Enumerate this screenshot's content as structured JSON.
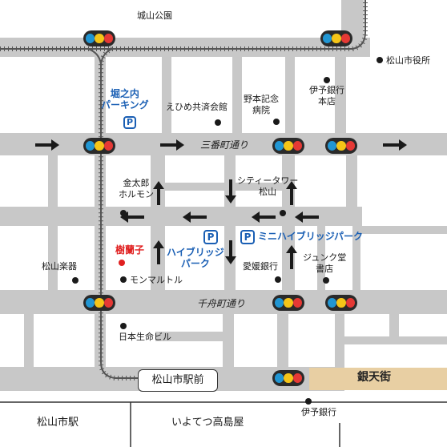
{
  "map": {
    "colors": {
      "road": "#c8c8c8",
      "rail": "#555555",
      "parking_text": "#1a5fb4",
      "highlight_text": "#e02020",
      "arcade": "#e8cfa3",
      "signal_body": "#2a2a2a"
    },
    "park": "城山公園",
    "city_hall": "松山市役所",
    "iyo_bank_main": "伊予銀行\n本店",
    "nomoto_hospital": "野本記念\n病院",
    "ehime_kyosai": "えひめ共済会館",
    "horinouchi_parking": "堀之内\nパーキング",
    "sanbancho_road": "三番町通り",
    "kintaro": "金太郎\nホルモン",
    "city_tower": "シティータワー\n松山",
    "mini_hybridge_parking": "ミニハイブリッジパーク",
    "jurako": "樹蘭子",
    "hybridge_parking": "ハイブリッジ\nパーク",
    "ehime_bank": "愛媛銀行",
    "junkudo": "ジュンク堂\n書店",
    "matsuyama_gakki": "松山楽器",
    "montmartre": "モンマルトル",
    "senbuncho_road": "千舟町通り",
    "nihon_seimei": "日本生命ビル",
    "shieki_mae_stop": "松山市駅前",
    "gintengai": "銀天街",
    "iyo_bank": "伊予銀行",
    "matsuyama_shi_station": "松山市駅",
    "iyotetsu_takashimaya": "いよてつ高島屋",
    "parking_symbol": "P",
    "icons": {
      "arrow": "arrow-icon",
      "signal": "traffic-signal-icon",
      "parking": "parking-icon",
      "poi": "poi-dot-icon"
    }
  }
}
